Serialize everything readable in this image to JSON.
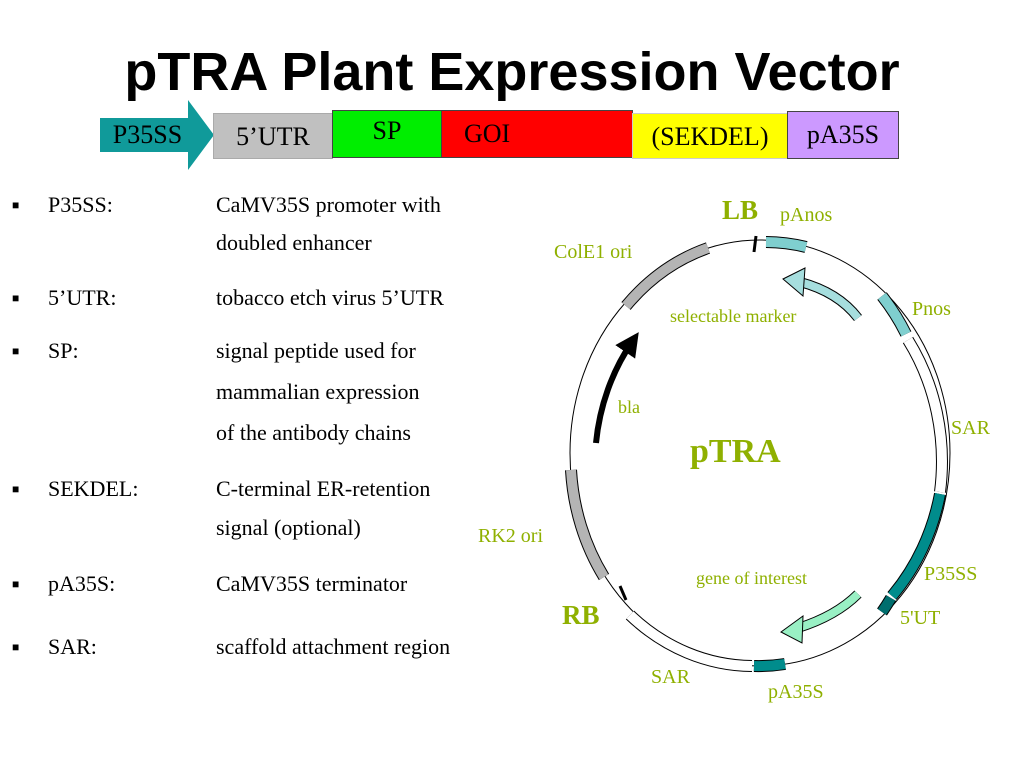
{
  "title": "pTRA Plant Expression Vector",
  "construct": {
    "promoter": "P35SS",
    "utr": "5’UTR",
    "sp": "SP",
    "goi": "GOI",
    "sekdel": "(SEKDEL)",
    "terminator": "pA35S"
  },
  "bullets": [
    {
      "term": "P35SS:",
      "lines": [
        "CaMV35S promoter with",
        "doubled enhancer"
      ]
    },
    {
      "term": "5’UTR:",
      "lines": [
        "tobacco etch virus 5’UTR"
      ]
    },
    {
      "term": "SP:",
      "lines": [
        "signal peptide used for",
        "mammalian expression",
        "of the antibody chains"
      ]
    },
    {
      "term": "SEKDEL:",
      "lines": [
        "C-terminal ER-retention",
        "signal (optional)"
      ]
    },
    {
      "term": "pA35S:",
      "lines": [
        "CaMV35S terminator"
      ]
    },
    {
      "term": "SAR:",
      "lines": [
        "scaffold attachment region"
      ]
    }
  ],
  "plasmid": {
    "name": "pTRA",
    "labels": {
      "lb": "LB",
      "panos": "pAnos",
      "cole1": "ColE1 ori",
      "selectable": "selectable marker",
      "pnos": "Pnos",
      "bla": "bla",
      "sar_right": "SAR",
      "rk2": "RK2 ori",
      "p35ss": "P35SS",
      "gene": "gene of interest",
      "rb": "RB",
      "utr5": "5'UT",
      "sar_bottom": "SAR",
      "pa35s": "pA35S"
    }
  },
  "colors": {
    "arrow_teal": "#109a9a",
    "utr_gray": "#c0c0c0",
    "sp_green": "#00ee00",
    "goi_red": "#ff0000",
    "sekdel_yellow": "#ffff00",
    "pa35s_violet": "#cc99ff",
    "label_green": "#8fb000",
    "light_teal": "#7fcfcf",
    "dark_teal": "#008c8c",
    "mid_gray": "#b4b4b4",
    "light_green": "#99f0c4"
  }
}
